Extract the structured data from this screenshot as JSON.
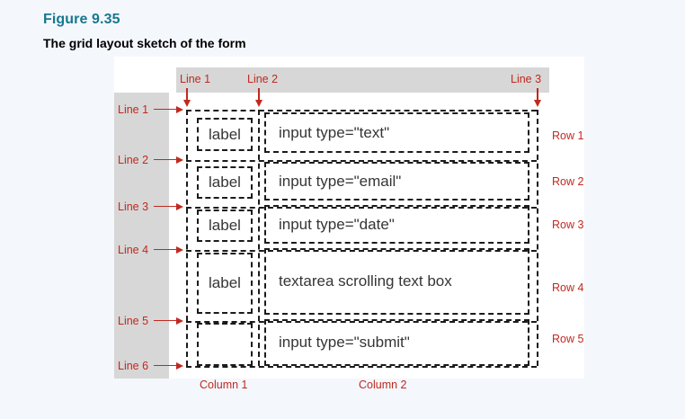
{
  "figure": {
    "number": "Figure 9.35",
    "title": "The grid layout sketch of the form",
    "accent_color": "#17788f",
    "annotation_color": "#c0291f",
    "band_color": "#d7d7d7",
    "grid_line_color": "#1b1b1b",
    "canvas_color": "#ffffff",
    "page_background": "#f4f7fc"
  },
  "column_lines": [
    {
      "label": "Line 1"
    },
    {
      "label": "Line 2"
    },
    {
      "label": "Line 3"
    }
  ],
  "row_lines": [
    {
      "label": "Line 1"
    },
    {
      "label": "Line 2"
    },
    {
      "label": "Line 3"
    },
    {
      "label": "Line 4"
    },
    {
      "label": "Line 5"
    },
    {
      "label": "Line 6"
    }
  ],
  "row_labels": [
    {
      "label": "Row 1"
    },
    {
      "label": "Row 2"
    },
    {
      "label": "Row 3"
    },
    {
      "label": "Row 4"
    },
    {
      "label": "Row 5"
    }
  ],
  "column_labels": [
    {
      "label": "Column 1"
    },
    {
      "label": "Column 2"
    }
  ],
  "grid_rows": [
    {
      "label_cell": "label",
      "field_cell": "input type=\"text\""
    },
    {
      "label_cell": "label",
      "field_cell": "input type=\"email\""
    },
    {
      "label_cell": "label",
      "field_cell": "input type=\"date\""
    },
    {
      "label_cell": "label",
      "field_cell": "textarea scrolling text box"
    },
    {
      "label_cell": "",
      "field_cell": "input type=\"submit\""
    }
  ]
}
